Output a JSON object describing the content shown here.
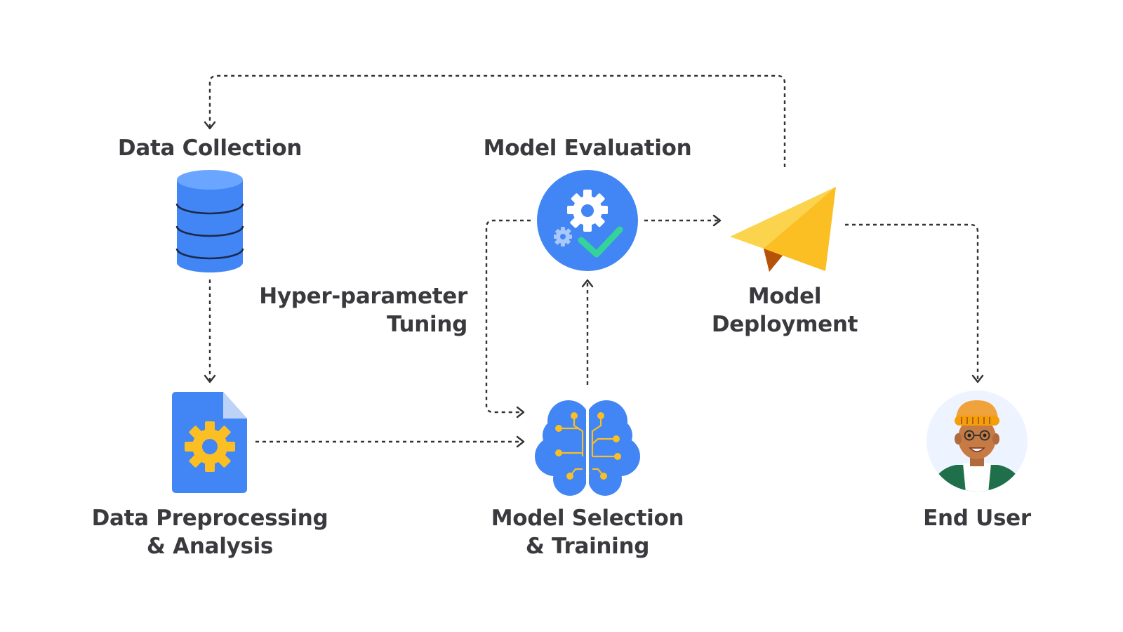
{
  "nodes": {
    "data_collection": {
      "label": "Data Collection",
      "icon": "database-icon"
    },
    "data_preprocessing": {
      "line1": "Data Preprocessing",
      "line2": "& Analysis",
      "icon": "document-gear-icon"
    },
    "model_selection": {
      "line1": "Model Selection",
      "line2": "& Training",
      "icon": "brain-circuit-icon"
    },
    "model_evaluation": {
      "label": "Model Evaluation",
      "icon": "gear-check-icon"
    },
    "model_deployment": {
      "line1": "Model",
      "line2": "Deployment",
      "icon": "paper-plane-icon"
    },
    "end_user": {
      "label": "End User",
      "icon": "user-avatar-icon"
    }
  },
  "edges": {
    "hyperparameter_tuning": {
      "line1": "Hyper-parameter",
      "line2": "Tuning"
    }
  },
  "colors": {
    "blue": "#4285f4",
    "yellow": "#fbbf24",
    "green": "#34d399",
    "text": "#3a3a3e",
    "arrow": "#333333"
  }
}
